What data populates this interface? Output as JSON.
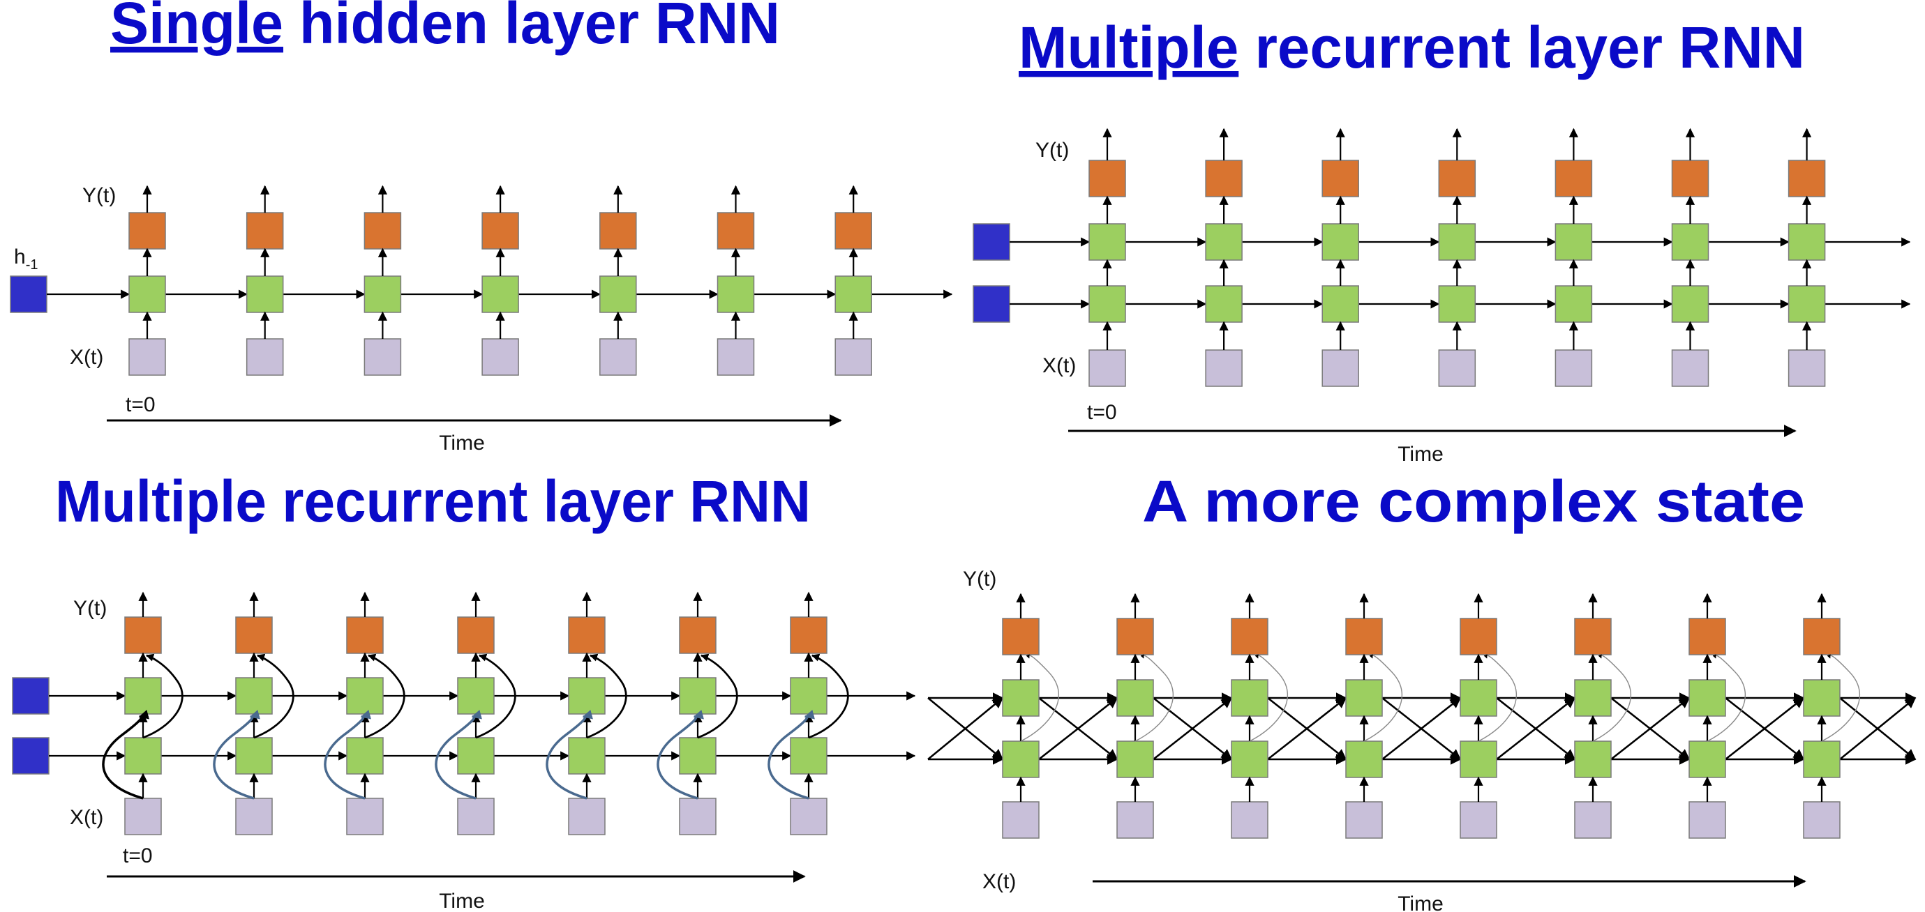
{
  "colors": {
    "title": "#0a0ac8",
    "output": "#d97430",
    "hidden": "#9ccf60",
    "input": "#c8bfd9",
    "initial_state": "#3030c8",
    "skip_curve": "#4a6a8f",
    "thin_curve": "#8a8a8a"
  },
  "panels": [
    {
      "title_underlined": "Single",
      "title_rest": " hidden layer RNN",
      "y_label": "Y(t)",
      "x_label": "X(t)",
      "h_label": "h",
      "h_sub": "-1",
      "t0_label": "t=0",
      "time_label": "Time"
    },
    {
      "title_underlined": "Multiple",
      "title_rest": " recurrent layer RNN",
      "y_label": "Y(t)",
      "x_label": "X(t)",
      "t0_label": "t=0",
      "time_label": "Time"
    },
    {
      "title_underlined": "",
      "title_rest": "Multiple recurrent layer RNN",
      "y_label": "Y(t)",
      "x_label": "X(t)",
      "t0_label": "t=0",
      "time_label": "Time"
    },
    {
      "title_underlined": "",
      "title_rest": "A more complex state",
      "y_label": "Y(t)",
      "x_label": "X(t)",
      "time_label": "Time"
    }
  ]
}
